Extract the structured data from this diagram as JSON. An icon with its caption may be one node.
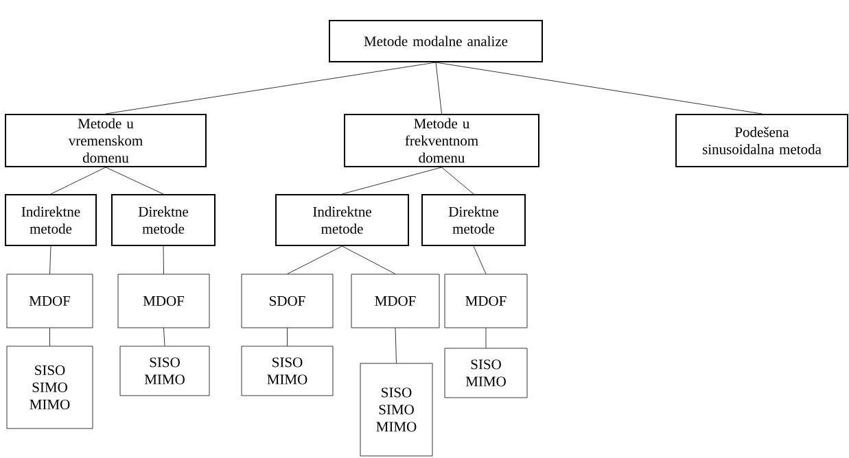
{
  "diagram": {
    "nodes": [
      {
        "text": [
          "Metode modalne analize"
        ]
      },
      {
        "text": [
          "Metode u vremenskom domenu"
        ]
      },
      {
        "text": [
          "Metode u frekventnom domenu"
        ]
      },
      {
        "text": [
          "Podešena sinusoidalna metoda"
        ]
      },
      {
        "text": [
          "Indirektne metode"
        ]
      },
      {
        "text": [
          "Direktne metode"
        ]
      },
      {
        "text": [
          "Indirektne metode"
        ]
      },
      {
        "text": [
          "Direktne metode"
        ]
      },
      {
        "text": [
          "MDOF"
        ]
      },
      {
        "text": [
          "MDOF"
        ]
      },
      {
        "text": [
          "SDOF"
        ]
      },
      {
        "text": [
          "MDOF"
        ]
      },
      {
        "text": [
          "MDOF"
        ]
      },
      {
        "text": [
          "SISO SIMO MIMO"
        ]
      },
      {
        "text": [
          "SISO MIMO"
        ]
      },
      {
        "text": [
          "SISO MIMO"
        ]
      },
      {
        "text": [
          "SISO SIMO MIMO"
        ]
      },
      {
        "text": [
          "SISO MIMO"
        ]
      }
    ],
    "edges": [
      {
        "from": 0,
        "to": 1,
        "arrow": "none"
      },
      {
        "from": 0,
        "to": 2,
        "arrow": "none"
      },
      {
        "from": 0,
        "to": 3,
        "arrow": "none"
      },
      {
        "from": 1,
        "to": 4,
        "arrow": "none"
      },
      {
        "from": 1,
        "to": 5,
        "arrow": "none"
      },
      {
        "from": 2,
        "to": 6,
        "arrow": "none"
      },
      {
        "from": 2,
        "to": 7,
        "arrow": "none"
      },
      {
        "from": 4,
        "to": 8,
        "arrow": "none"
      },
      {
        "from": 5,
        "to": 9,
        "arrow": "none"
      },
      {
        "from": 6,
        "to": 10,
        "arrow": "none"
      },
      {
        "from": 6,
        "to": 11,
        "arrow": "none"
      },
      {
        "from": 7,
        "to": 12,
        "arrow": "none"
      },
      {
        "from": 8,
        "to": 13,
        "arrow": "none"
      },
      {
        "from": 9,
        "to": 14,
        "arrow": "none"
      },
      {
        "from": 10,
        "to": 15,
        "arrow": "none"
      },
      {
        "from": 11,
        "to": 16,
        "arrow": "none"
      },
      {
        "from": 12,
        "to": 17,
        "arrow": "none"
      }
    ]
  }
}
